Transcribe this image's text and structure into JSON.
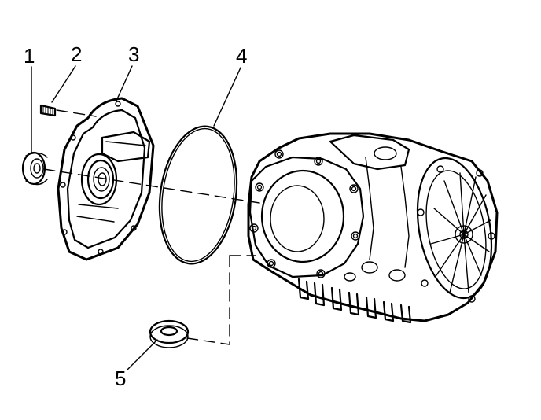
{
  "diagram": {
    "callouts": [
      {
        "id": 1,
        "label": "1"
      },
      {
        "id": 2,
        "label": "2"
      },
      {
        "id": 3,
        "label": "3"
      },
      {
        "id": 4,
        "label": "4"
      },
      {
        "id": 5,
        "label": "5"
      }
    ]
  }
}
